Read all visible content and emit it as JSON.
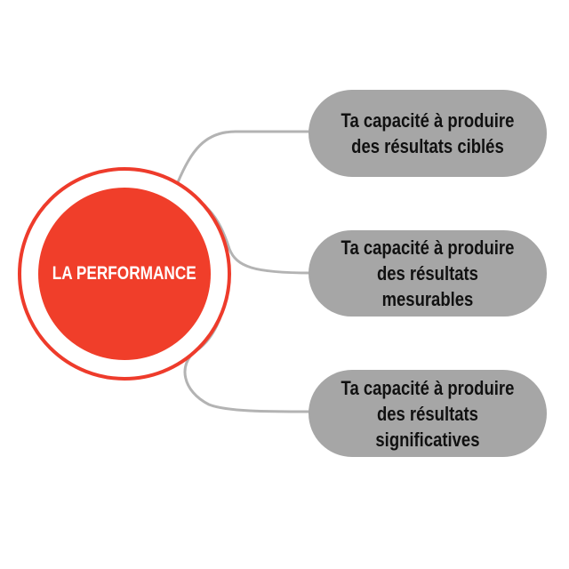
{
  "diagram": {
    "center": {
      "label": "LA PERFORMANCE"
    },
    "branches": [
      {
        "lines": [
          "Ta capacité à produire",
          "des résultats ciblés"
        ]
      },
      {
        "lines": [
          "Ta capacité à produire",
          "des résultats",
          "mesurables"
        ]
      },
      {
        "lines": [
          "Ta capacité à produire",
          "des résultats",
          "significatives"
        ]
      }
    ]
  },
  "colors": {
    "accent": "#f03e2a",
    "ring": "#ee3b2b",
    "pill": "#a6a6a6",
    "connector": "#b3b3b3",
    "text_dark": "#111111",
    "text_light": "#ffffff"
  }
}
